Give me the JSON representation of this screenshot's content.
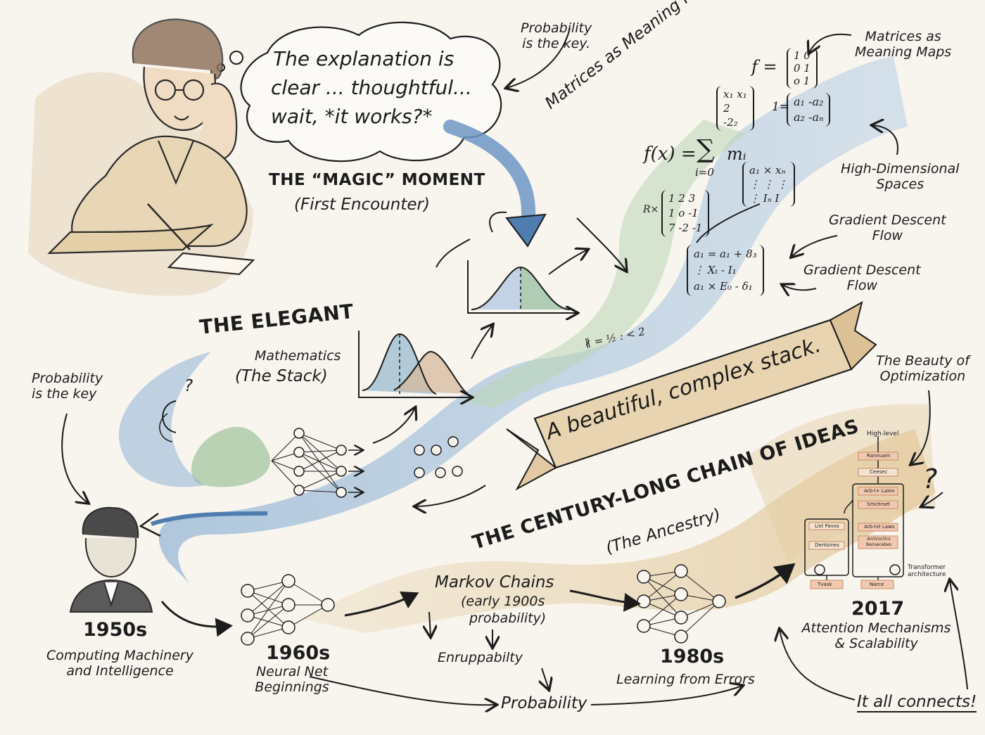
{
  "thought_bubble": {
    "line1": "The explanation is",
    "line2": "clear ... thoughtful...",
    "line3": "wait, *it works?*"
  },
  "magic_moment": {
    "title": "THE “MAGIC” MOMENT",
    "subtitle": "(First Encounter)"
  },
  "probability_key_top": {
    "line1": "Probability",
    "line2": "is the key."
  },
  "probability_key_left": {
    "line1": "Probability",
    "line2": "is the key"
  },
  "matrices_curved": "Matrices as Meaning Maps",
  "matrices_right": {
    "line1": "Matrices as",
    "line2": "Meaning Maps"
  },
  "high_dimensional": {
    "line1": "High-Dimensional",
    "line2": "Spaces"
  },
  "gradient_1": {
    "line1": "Gradient Descent",
    "line2": "Flow"
  },
  "gradient_2": {
    "line1": "Gradient Descent",
    "line2": "Flow"
  },
  "elegant": {
    "title": "THE ELEGANT",
    "line2": "Mathematics",
    "line3": "(The Stack)"
  },
  "ribbon_text": "A beautiful, complex stack.",
  "beauty_optimization": {
    "line1": "The Beauty of",
    "line2": "Optimization"
  },
  "century_chain": {
    "title": "THE CENTURY-LONG CHAIN OF IDEAS",
    "subtitle": "(The Ancestry)"
  },
  "timeline": [
    {
      "year": "1950s",
      "line1": "Computing Machinery",
      "line2": "and Intelligence"
    },
    {
      "year": "1960s",
      "line1": "Neural Net",
      "line2": "Beginnings"
    },
    {
      "year": "1980s",
      "line1": "Learning from Errors",
      "line2": ""
    },
    {
      "year": "2017",
      "line1": "Attention Mechanisms",
      "line2": "& Scalability"
    }
  ],
  "markov": {
    "title": "Markov Chains",
    "line2": "(early 1900s",
    "line3": "probability)"
  },
  "enrupp": "Enruppabilty",
  "probability_bottom": "Probability",
  "it_all_connects": "It all connects!",
  "transformer": {
    "top_label": "High-level",
    "caption_line1": "Transformer",
    "caption_line2": "architecture",
    "boxes": [
      "Rannuam",
      "Ceesec",
      "Arb-I+ Laieo",
      "Smchrset",
      "Arb-Ivt Laws",
      "Archroctics Bensecebes",
      "List Pavos",
      "Dentsines",
      "Tvask",
      "Narce"
    ]
  },
  "math": {
    "f_eq": "f =",
    "fx": "f(x) =",
    "sigma": "∑",
    "sum_sub": "i=0",
    "sum_term": "mᵢ",
    "m1": [
      "1   0",
      "0   1",
      "o   1"
    ],
    "m2": [
      "x₁  x₁",
      "  2",
      "-2₂"
    ],
    "m3": [
      "a₁   -a₂",
      "a₂   -aₙ"
    ],
    "m3_prefix": "1=",
    "m4": [
      "a₁  ×  xₙ",
      "⋮   ⋮    ⋮",
      "⋮   Iₙ   I"
    ],
    "m5": [
      "1    2    3",
      "1    o   -1",
      "7   -2   -1"
    ],
    "m5_prefix": "R×",
    "m6": [
      "a₁ = a₁ + 8₃",
      "   ⋮ Xₜ - I₁",
      "a₁ × E₀ - δ₁"
    ],
    "frac": "∦ = ½ : < 2",
    "question1": "?",
    "question2": "?"
  },
  "colors": {
    "blue": "#8fb3d6",
    "green": "#a9c9a4",
    "tan": "#e4cfa8",
    "ink": "#1c1c1c"
  }
}
